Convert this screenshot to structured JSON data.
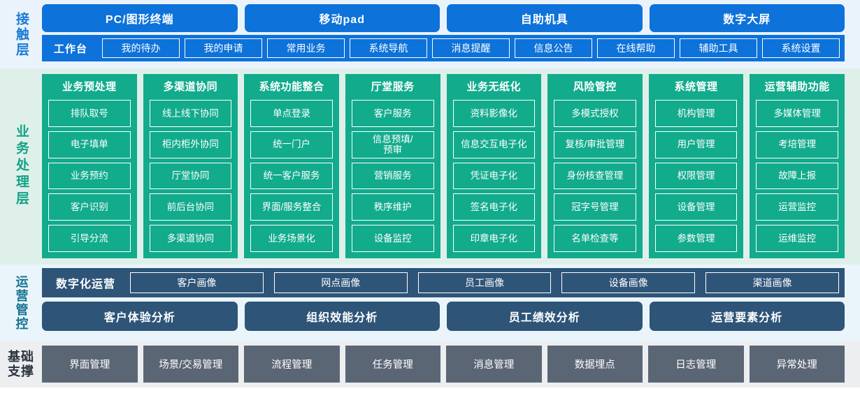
{
  "contact_layer": {
    "label": "接触层",
    "accent_color": "#0d72da",
    "channels": [
      {
        "label": "PC/图形终端"
      },
      {
        "label": "移动pad"
      },
      {
        "label": "自助机具"
      },
      {
        "label": "数字大屏"
      }
    ],
    "workbench_title": "工作台",
    "workbench_items": [
      {
        "label": "我的待办"
      },
      {
        "label": "我的申请"
      },
      {
        "label": "常用业务"
      },
      {
        "label": "系统导航"
      },
      {
        "label": "消息提醒"
      },
      {
        "label": "信息公告"
      },
      {
        "label": "在线帮助"
      },
      {
        "label": "辅助工具"
      },
      {
        "label": "系统设置"
      }
    ]
  },
  "business_layer": {
    "label": "业务处理层",
    "accent_color": "#12ab8c",
    "columns": [
      {
        "title": "业务预处理",
        "items": [
          {
            "label": "排队取号"
          },
          {
            "label": "电子填单"
          },
          {
            "label": "业务预约"
          },
          {
            "label": "客户识别"
          },
          {
            "label": "引导分流"
          }
        ]
      },
      {
        "title": "多渠道协同",
        "items": [
          {
            "label": "线上线下协同"
          },
          {
            "label": "柜内柜外协同"
          },
          {
            "label": "厅堂协同"
          },
          {
            "label": "前后台协同"
          },
          {
            "label": "多渠道协同"
          }
        ]
      },
      {
        "title": "系统功能整合",
        "items": [
          {
            "label": "单点登录"
          },
          {
            "label": "统一门户"
          },
          {
            "label": "统一客户服务"
          },
          {
            "label": "界面/服务整合"
          },
          {
            "label": "业务场景化"
          }
        ]
      },
      {
        "title": "厅堂服务",
        "items": [
          {
            "label": "客户服务"
          },
          {
            "label": "信息预填/\n预审"
          },
          {
            "label": "营销服务"
          },
          {
            "label": "秩序维护"
          },
          {
            "label": "设备监控"
          }
        ]
      },
      {
        "title": "业务无纸化",
        "items": [
          {
            "label": "资料影像化"
          },
          {
            "label": "信息交互电子化"
          },
          {
            "label": "凭证电子化"
          },
          {
            "label": "签名电子化"
          },
          {
            "label": "印章电子化"
          }
        ]
      },
      {
        "title": "风险管控",
        "items": [
          {
            "label": "多模式授权"
          },
          {
            "label": "复核/审批管理"
          },
          {
            "label": "身份核查管理"
          },
          {
            "label": "冠字号管理"
          },
          {
            "label": "名单检查等"
          }
        ]
      },
      {
        "title": "系统管理",
        "items": [
          {
            "label": "机构管理"
          },
          {
            "label": "用户管理"
          },
          {
            "label": "权限管理"
          },
          {
            "label": "设备管理"
          },
          {
            "label": "参数管理"
          }
        ]
      },
      {
        "title": "运营辅助功能",
        "items": [
          {
            "label": "多媒体管理"
          },
          {
            "label": "考培管理"
          },
          {
            "label": "故障上报"
          },
          {
            "label": "运营监控"
          },
          {
            "label": "运维监控"
          }
        ]
      }
    ]
  },
  "operations_layer": {
    "label": "运营管控",
    "accent_color": "#2e5478",
    "digital_ops_title": "数字化运营",
    "portraits": [
      {
        "label": "客户画像"
      },
      {
        "label": "网点画像"
      },
      {
        "label": "员工画像"
      },
      {
        "label": "设备画像"
      },
      {
        "label": "渠道画像"
      }
    ],
    "analyses": [
      {
        "label": "客户体验分析"
      },
      {
        "label": "组织效能分析"
      },
      {
        "label": "员工绩效分析"
      },
      {
        "label": "运营要素分析"
      }
    ]
  },
  "foundation_layer": {
    "label": "基础\n支撑",
    "accent_color": "#5b6675",
    "items": [
      {
        "label": "界面管理"
      },
      {
        "label": "场景/交易管理"
      },
      {
        "label": "流程管理"
      },
      {
        "label": "任务管理"
      },
      {
        "label": "消息管理"
      },
      {
        "label": "数据埋点"
      },
      {
        "label": "日志管理"
      },
      {
        "label": "异常处理"
      }
    ]
  }
}
